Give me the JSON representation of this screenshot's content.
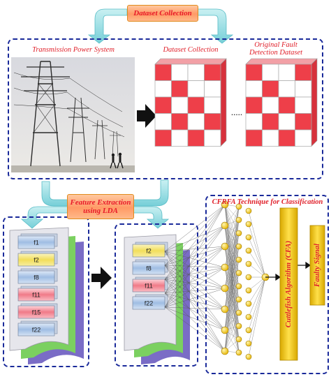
{
  "title_pill": "Dataset Collection",
  "system_label": "Transmission Power System",
  "dataset_label": "Dataset Collection",
  "original_label_line1": "Original Fault",
  "original_label_line2": "Detection Dataset",
  "ellipsis": ".....",
  "feature_pill_line1": "Feature Extraction",
  "feature_pill_line2": "using LDA",
  "cfrfa_label": "CFRFA Technique for Classification",
  "cfa_label": "Cuttlefish Algorithm (CFA)",
  "faulty_label": "Faulty Signal",
  "features_all": [
    "f1",
    "f2",
    "f8",
    "f11",
    "f15",
    "f22"
  ],
  "features_selected": [
    "f2",
    "f8",
    "f11",
    "f22"
  ],
  "colors": {
    "border": "#1a2a9a",
    "arrow_teal": "#7fd4dc",
    "red": "#ee3f49",
    "gold": "#f3c400",
    "feature_blue": "#a9c4e6",
    "feature_yellow": "#f4e271",
    "feature_pink": "#f48a96"
  }
}
